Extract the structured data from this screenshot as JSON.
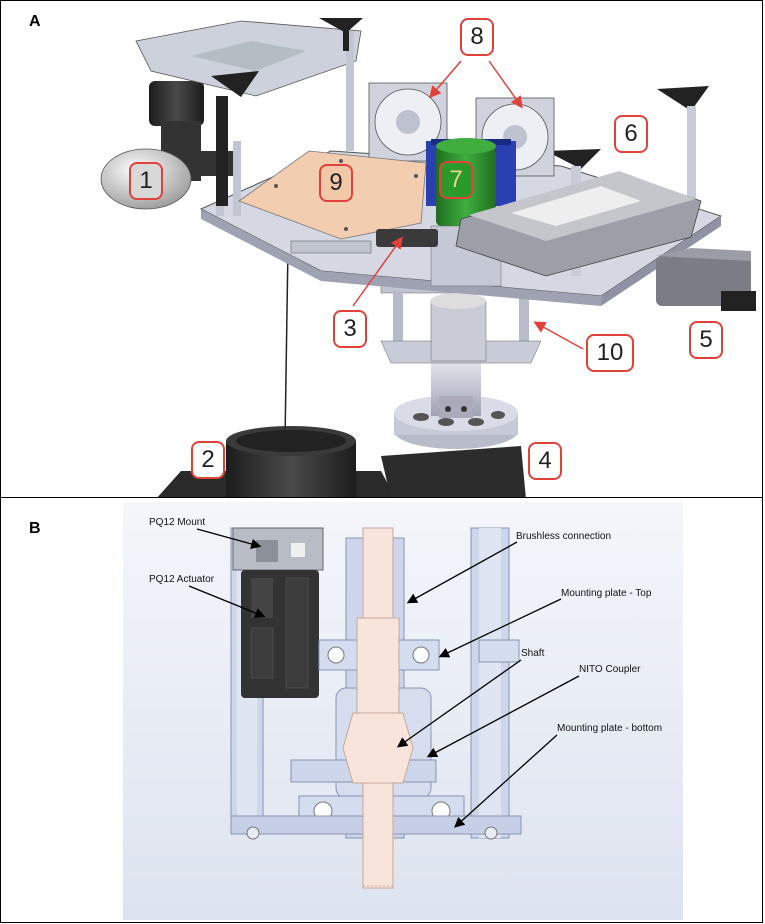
{
  "panels": {
    "a": {
      "letter": "A"
    },
    "b": {
      "letter": "B"
    }
  },
  "callouts": [
    "1",
    "2",
    "3",
    "4",
    "5",
    "6",
    "7",
    "8",
    "9",
    "10"
  ],
  "labels_b": {
    "pq12_mount": "PQ12 Mount",
    "pq12_actuator": "PQ12 Actuator",
    "brushless": "Brushless connection",
    "plate_top": "Mounting plate - Top",
    "shaft": "Shaft",
    "nito": "NITO Coupler",
    "plate_bottom": "Mounting plate - bottom"
  },
  "colors": {
    "callout_border": "#e0423a",
    "arrow_red": "#e0423a",
    "metal": "#c9ccd6",
    "dark": "#2b2b2b",
    "copper": "#f3cdb0",
    "motor_green": "#2f8f2f",
    "motor_blue": "#2a3fb0",
    "pale_blue": "#cfd6ea",
    "shaft_pink": "#f9e4dc",
    "actuator_black": "#333333"
  }
}
